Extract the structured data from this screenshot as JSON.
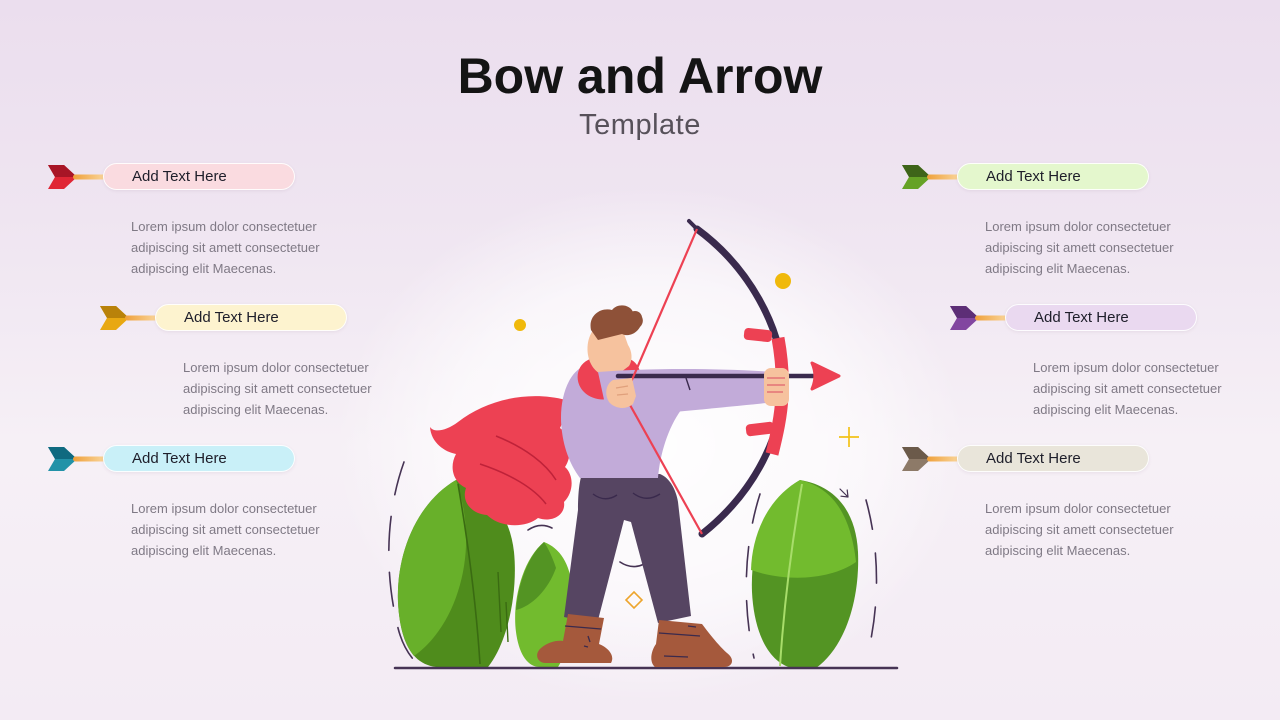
{
  "slide": {
    "title": "Bow and Arrow",
    "subtitle": "Template"
  },
  "colors": {
    "background_top": "#ebdeee",
    "background_bottom": "#f3ebf4",
    "title": "#141414",
    "subtitle": "#57515a",
    "body_text": "#7f7985",
    "pill_text": "#1e1e2a",
    "shaft_gradient_start": "#efa03a",
    "shaft_gradient_end": "#fbdca6",
    "arrowhead": "#9da8b3",
    "ground_line": "#463354",
    "sparkle_yellow": "#f0b90b"
  },
  "callouts": [
    {
      "id": "top-left",
      "label": "Add Text Here",
      "lines": [
        "Lorem ipsum dolor consectetuer",
        "adipiscing sit amett consectetuer",
        "adipiscing elit Maecenas."
      ],
      "pill_color": "#fadbe0",
      "icon": "red-fletch-arrow-icon",
      "icon_main": "#e02635",
      "icon_dark": "#a81526"
    },
    {
      "id": "middle-left",
      "label": "Add Text Here",
      "lines": [
        "Lorem ipsum dolor consectetuer",
        "adipiscing sit amett consectetuer",
        "adipiscing elit Maecenas."
      ],
      "pill_color": "#fdf3cf",
      "icon": "gold-fletch-arrow-icon",
      "icon_main": "#e8a812",
      "icon_dark": "#b9820a"
    },
    {
      "id": "bottom-left",
      "label": "Add Text Here",
      "lines": [
        "Lorem ipsum dolor consectetuer",
        "adipiscing sit amett consectetuer",
        "adipiscing elit Maecenas."
      ],
      "pill_color": "#c9f0f8",
      "icon": "teal-fletch-arrow-icon",
      "icon_main": "#2292a8",
      "icon_dark": "#0f6a80"
    },
    {
      "id": "top-right",
      "label": "Add Text Here",
      "lines": [
        "Lorem ipsum dolor consectetuer",
        "adipiscing sit amett consectetuer",
        "adipiscing elit Maecenas."
      ],
      "pill_color": "#e4f7cd",
      "icon": "green-fletch-arrow-icon",
      "icon_main": "#66a226",
      "icon_dark": "#3e6419"
    },
    {
      "id": "middle-right",
      "label": "Add Text Here",
      "lines": [
        "Lorem ipsum dolor consectetuer",
        "adipiscing sit amett consectetuer",
        "adipiscing elit Maecenas."
      ],
      "pill_color": "#ead9f0",
      "icon": "purple-fletch-arrow-icon",
      "icon_main": "#8246a0",
      "icon_dark": "#5d2e76"
    },
    {
      "id": "bottom-right",
      "label": "Add Text Here",
      "lines": [
        "Lorem ipsum dolor consectetuer",
        "adipiscing sit amett consectetuer",
        "adipiscing elit Maecenas."
      ],
      "pill_color": "#e9e5da",
      "icon": "brown-fletch-arrow-icon",
      "icon_main": "#8d7a68",
      "icon_dark": "#6b5a4a"
    }
  ],
  "illustration": {
    "name": "archer-drawing-bow",
    "elements": "archer, bow, arrow, red cape, green leaves, sparkles"
  }
}
